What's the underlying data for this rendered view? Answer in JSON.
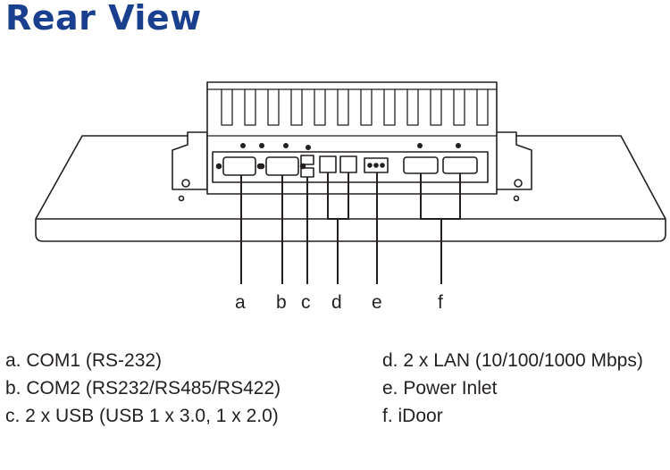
{
  "title": "Rear View",
  "colors": {
    "title": "#1b3f8f",
    "line": "#231f20",
    "callout": "#1f3f92"
  },
  "callouts": [
    "a",
    "b",
    "c",
    "d",
    "e",
    "f"
  ],
  "legend": {
    "left": [
      "a. COM1 (RS-232)",
      "b. COM2 (RS232/RS485/RS422)",
      "c. 2 x USB (USB 1 x 3.0, 1 x 2.0)"
    ],
    "right": [
      "d. 2 x LAN (10/100/1000 Mbps)",
      "e. Power Inlet",
      "f.  iDoor"
    ]
  }
}
